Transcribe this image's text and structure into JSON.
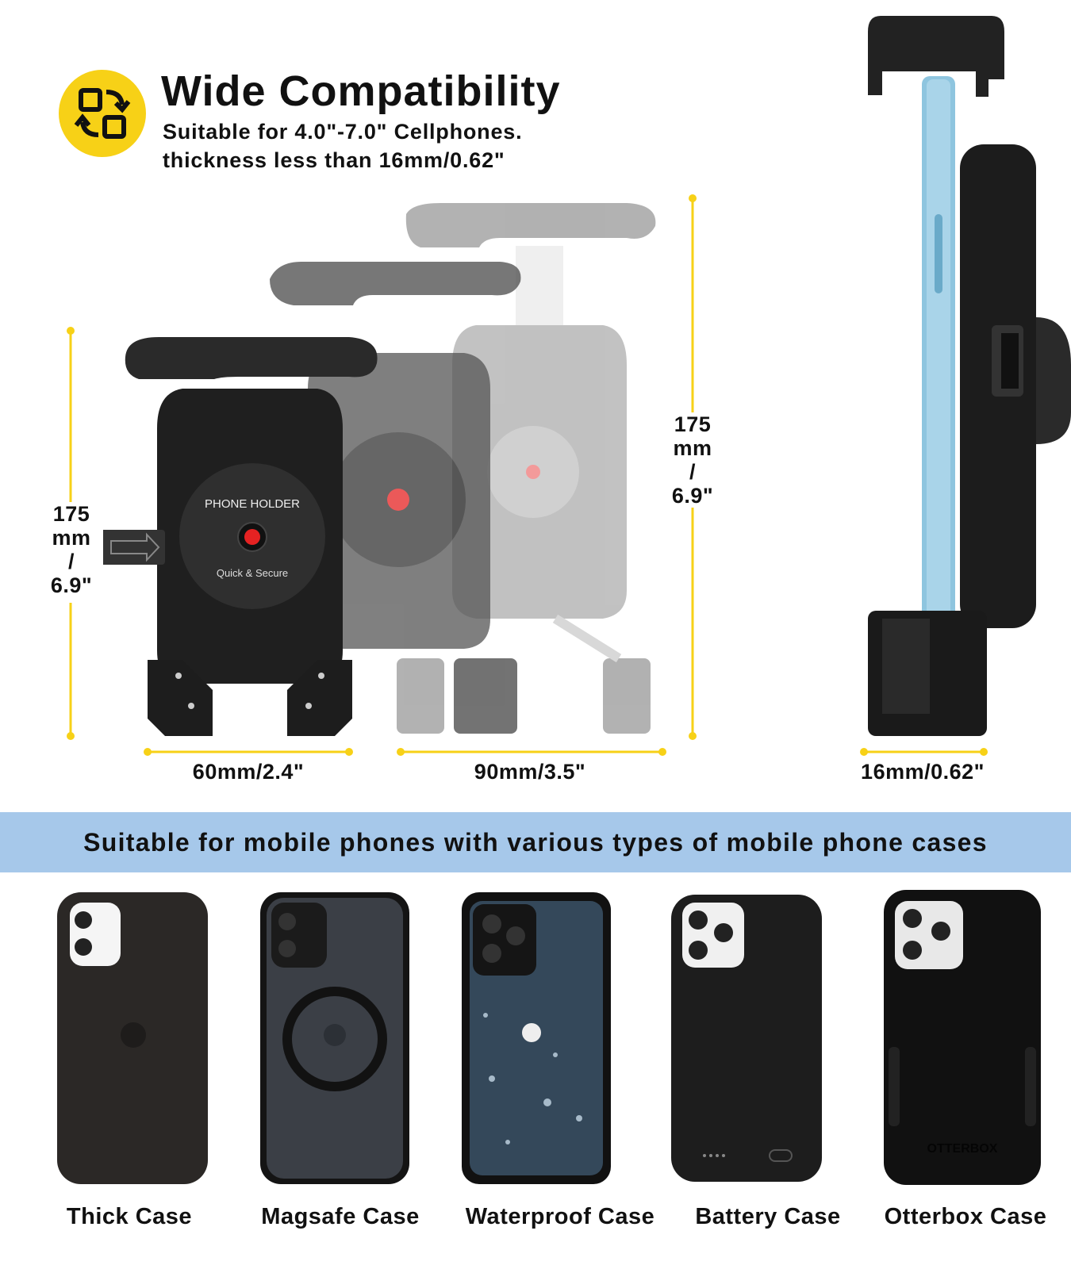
{
  "header": {
    "title": "Wide Compatibility",
    "subtitle_line1": "Suitable for 4.0\"-7.0\" Cellphones.",
    "subtitle_line2": "thickness less than 16mm/0.62\"",
    "badge_icon": "swap-resize-icon"
  },
  "product": {
    "holder_label": "PHONE HOLDER",
    "holder_tagline": "Quick & Secure"
  },
  "dimensions": {
    "left_height": [
      "175",
      "mm",
      "/",
      "6.9\""
    ],
    "right_height": [
      "175",
      "mm",
      "/",
      "6.9\""
    ],
    "min_width": "60mm/2.4\"",
    "max_width": "90mm/3.5\"",
    "thickness": "16mm/0.62\""
  },
  "banner": {
    "text": "Suitable for mobile phones with various types of mobile phone cases"
  },
  "cases": [
    {
      "label": "Thick Case"
    },
    {
      "label": "Magsafe Case"
    },
    {
      "label": "Waterproof Case"
    },
    {
      "label": "Battery Case"
    },
    {
      "label": "Otterbox Case",
      "brand_mark": "OTTERBOX"
    }
  ],
  "colors": {
    "accent_yellow": "#f7d117",
    "banner_blue": "#a6c8ea",
    "holder_black": "#1f1f1f",
    "phone_blue": "#8ec5df",
    "button_red": "#e52222"
  }
}
